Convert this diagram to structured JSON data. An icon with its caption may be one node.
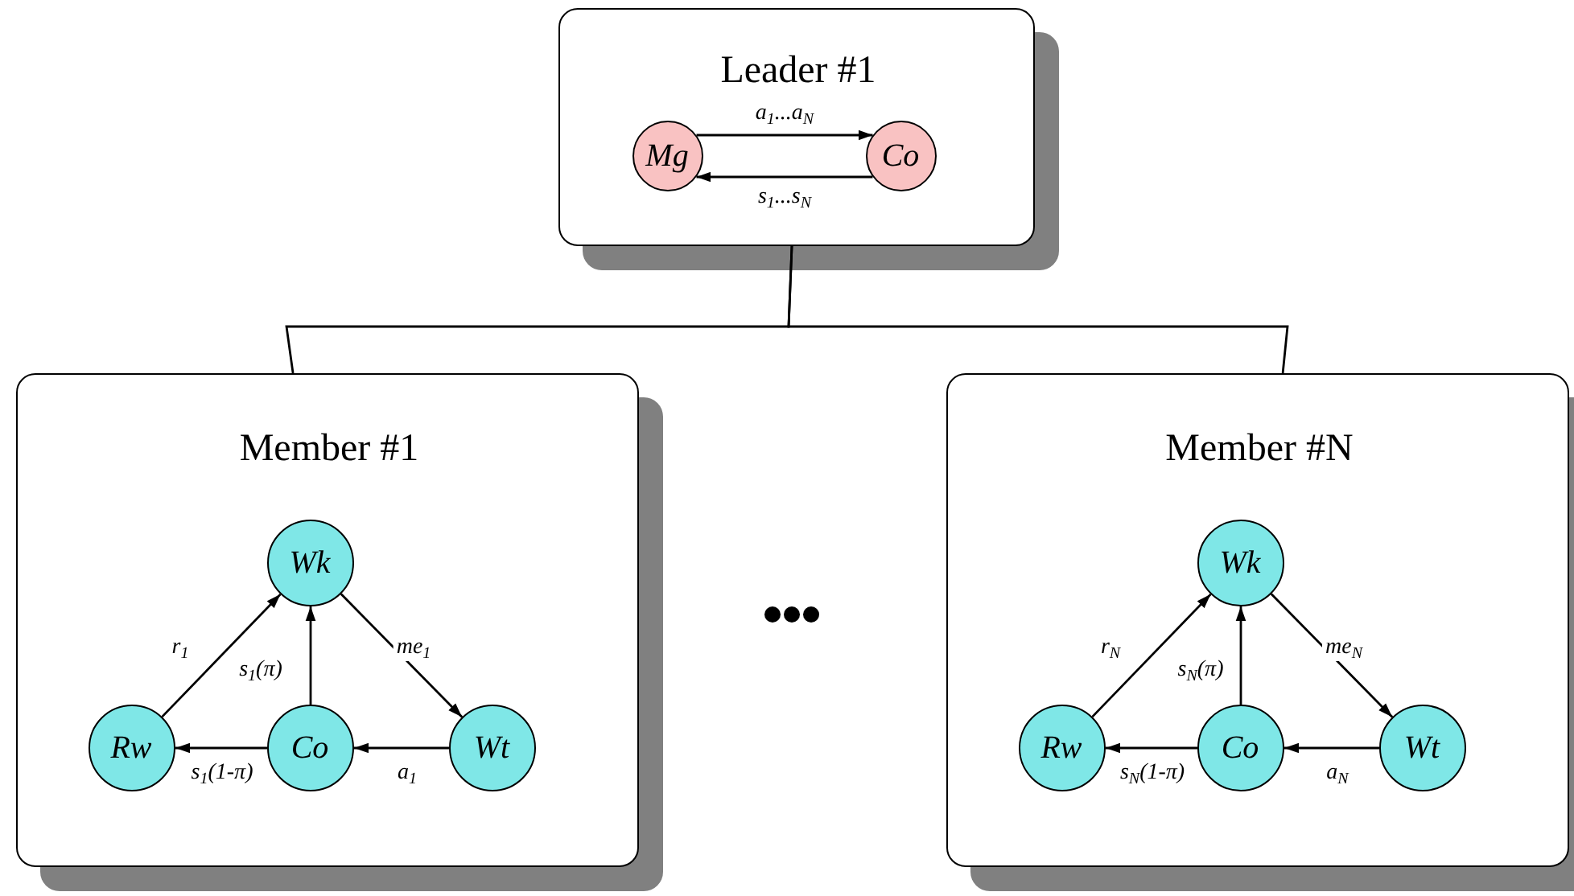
{
  "diagram": {
    "nodes": [
      {
        "text": [
          "Leader #1"
        ]
      },
      {
        "text": [
          "Mg"
        ],
        "in": 0
      },
      {
        "text": [
          "Co"
        ],
        "in": 0
      },
      {
        "text": [
          "Member #1"
        ]
      },
      {
        "text": [
          "Wk"
        ],
        "in": 3
      },
      {
        "text": [
          "Rw"
        ],
        "in": 3
      },
      {
        "text": [
          "Co"
        ],
        "in": 3
      },
      {
        "text": [
          "Wt"
        ],
        "in": 3
      },
      {
        "text": [
          "Member #N"
        ]
      },
      {
        "text": [
          "Wk"
        ],
        "in": 8
      },
      {
        "text": [
          "Rw"
        ],
        "in": 8
      },
      {
        "text": [
          "Co"
        ],
        "in": 8
      },
      {
        "text": [
          "Wt"
        ],
        "in": 8
      }
    ],
    "edges": [
      {
        "from": 1,
        "to": 2,
        "arrow": "to",
        "label": "a$_{1}$...a$_{N}$"
      },
      {
        "from": 2,
        "to": 1,
        "arrow": "to",
        "label": "s$_{1}$...s$_{N}$"
      },
      {
        "from": 0,
        "to": 3,
        "arrow": "none"
      },
      {
        "from": 0,
        "to": 8,
        "arrow": "none"
      },
      {
        "from": 5,
        "to": 4,
        "arrow": "to",
        "label": "r$_{1}$"
      },
      {
        "from": 6,
        "to": 4,
        "arrow": "to",
        "label": "s$_{1}$(π)"
      },
      {
        "from": 4,
        "to": 7,
        "arrow": "to",
        "label": "me$_{1}$"
      },
      {
        "from": 7,
        "to": 6,
        "arrow": "to",
        "label": "a$_{1}$"
      },
      {
        "from": 6,
        "to": 5,
        "arrow": "to",
        "label": "s$_{1}$(1-π)"
      },
      {
        "from": 10,
        "to": 9,
        "arrow": "to",
        "label": "r$_{N}$"
      },
      {
        "from": 11,
        "to": 9,
        "arrow": "to",
        "label": "s$_{N}$(π)"
      },
      {
        "from": 9,
        "to": 12,
        "arrow": "to",
        "label": "me$_{N}$"
      },
      {
        "from": 12,
        "to": 11,
        "arrow": "to",
        "label": "a$_{N}$"
      },
      {
        "from": 11,
        "to": 10,
        "arrow": "to",
        "label": "s$_{N}$(1-π)"
      }
    ]
  }
}
